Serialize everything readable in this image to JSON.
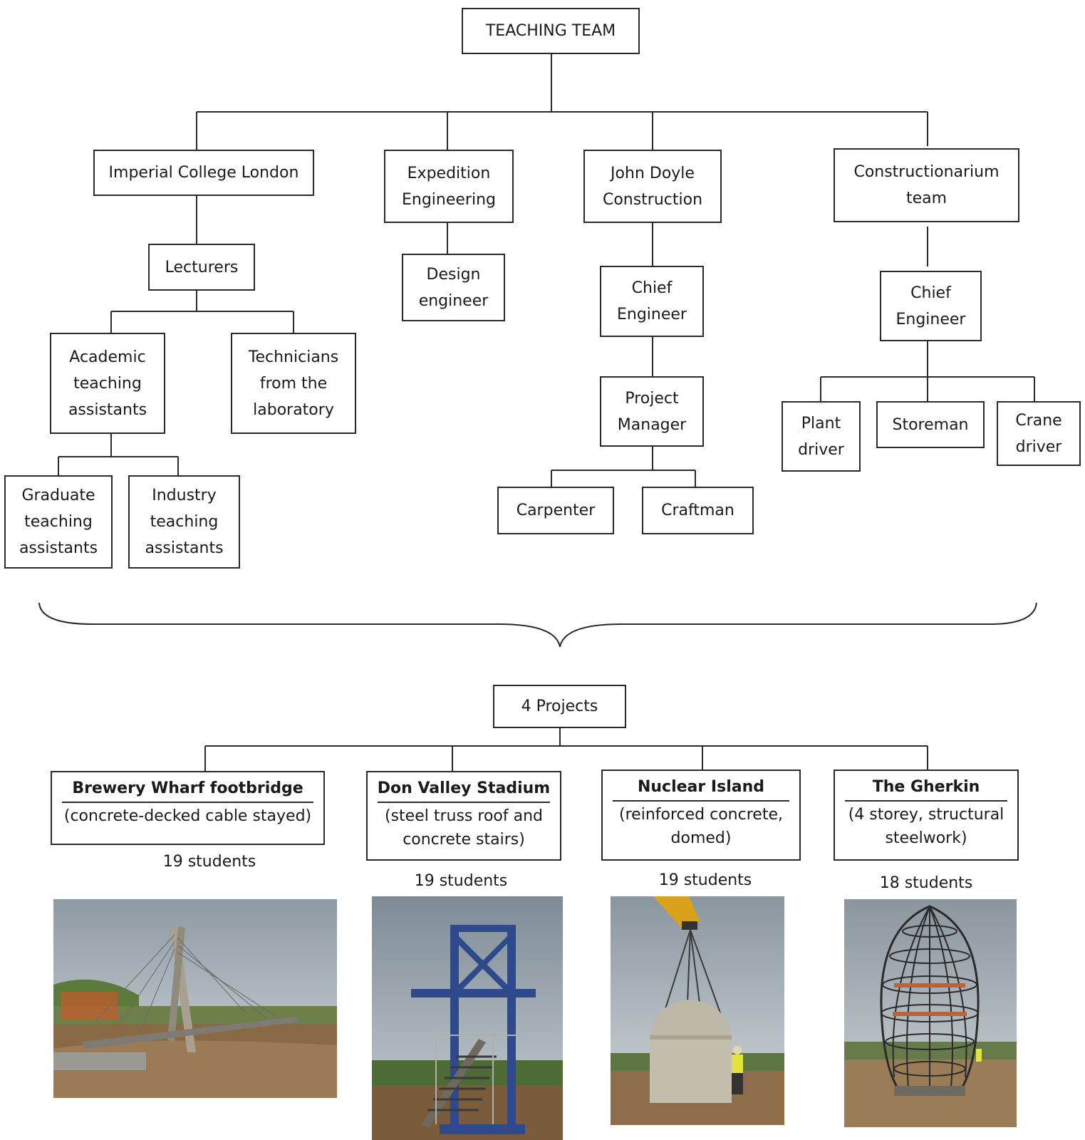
{
  "teaching_team": {
    "title": "TEACHING TEAM",
    "organizations": [
      {
        "name": "Imperial College London",
        "roles": [
          "Lecturers",
          "Academic teaching assistants",
          "Technicians from the laboratory",
          "Graduate teaching assistants",
          "Industry teaching assistants"
        ]
      },
      {
        "name": "Expedition Engineering",
        "roles": [
          "Design engineer"
        ]
      },
      {
        "name": "John Doyle Construction",
        "roles": [
          "Chief Engineer",
          "Project Manager",
          "Carpenter",
          "Craftman"
        ]
      },
      {
        "name": "Constructionarium team",
        "roles": [
          "Chief Engineer",
          "Plant driver",
          "Storeman",
          "Crane driver"
        ]
      }
    ]
  },
  "projects": {
    "title": "4 Projects",
    "items": [
      {
        "name": "Brewery Wharf footbridge",
        "description": "(concrete-decked cable stayed)",
        "students": "19 students"
      },
      {
        "name": "Don Valley Stadium",
        "description": "(steel truss roof and concrete stairs)",
        "students": "19 students"
      },
      {
        "name": "Nuclear Island",
        "description": "(reinforced concrete, domed)",
        "students": "19 students"
      },
      {
        "name": "The Gherkin",
        "description": "(4 storey, structural steelwork)",
        "students": "18 students"
      }
    ]
  }
}
